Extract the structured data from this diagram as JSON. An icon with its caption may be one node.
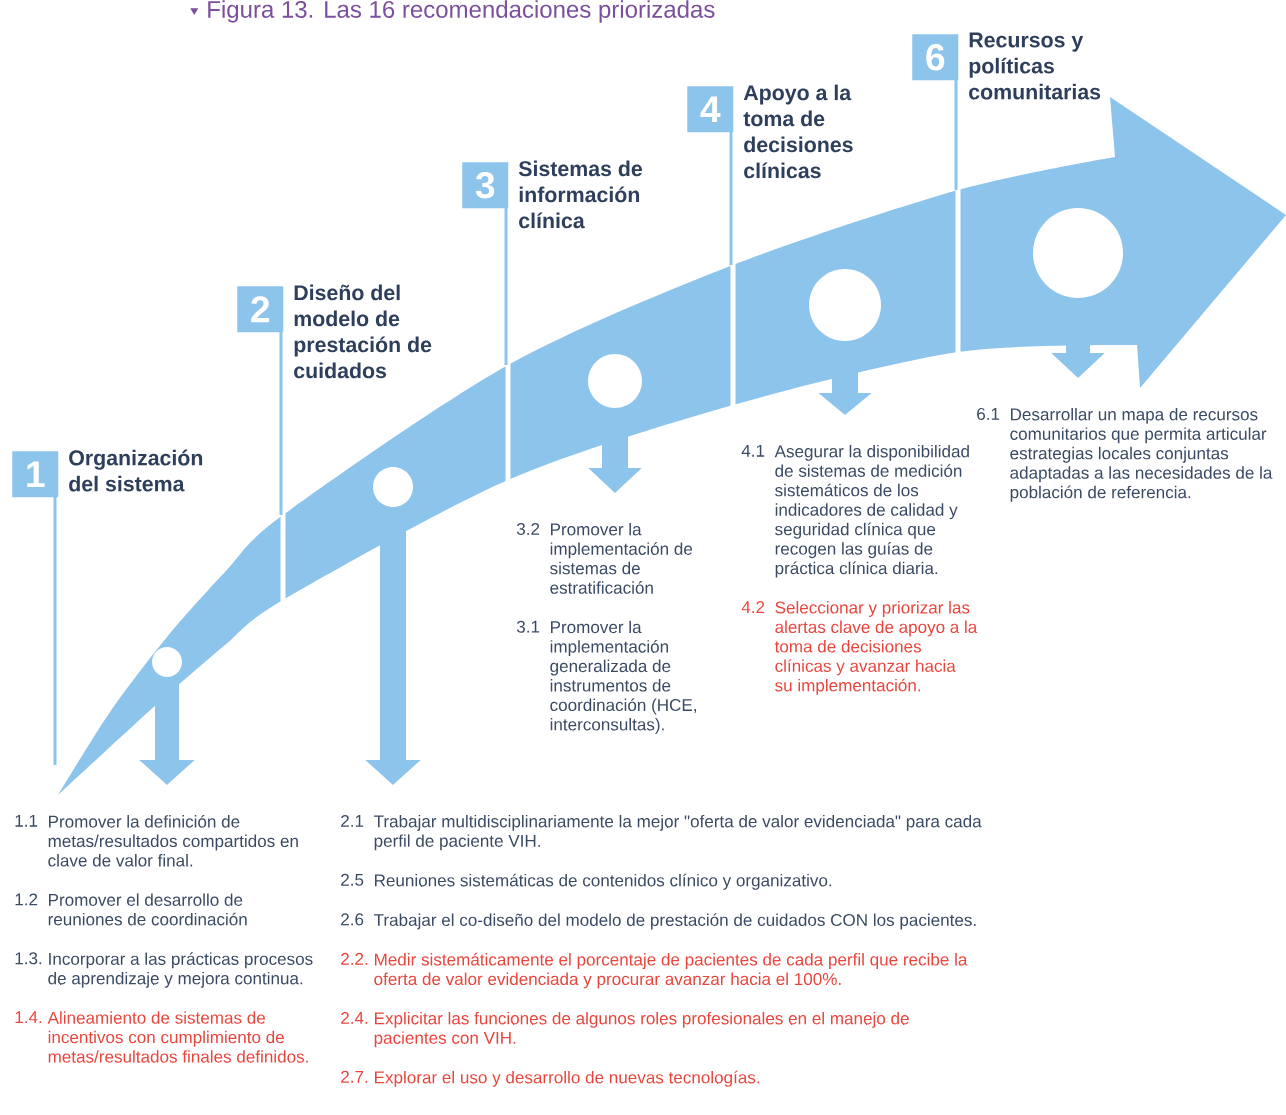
{
  "diagram": {
    "title": "Figura 13. Las 16 recomendaciones priorizadas",
    "nodes": [
      {
        "text": [
          "1",
          "Organización del sistema"
        ]
      },
      {
        "text": [
          "2",
          "Diseño del modelo de prestación de cuidados"
        ]
      },
      {
        "text": [
          "3",
          "Sistemas de información clínica"
        ]
      },
      {
        "text": [
          "4",
          "Apoyo a la toma de decisiones clínicas"
        ]
      },
      {
        "text": [
          "6",
          "Recursos y políticas comunitarias"
        ]
      },
      {
        "text": [],
        "shape": "circle"
      },
      {
        "text": [],
        "shape": "circle"
      },
      {
        "text": [],
        "shape": "circle"
      },
      {
        "text": [],
        "shape": "circle"
      },
      {
        "text": [],
        "shape": "circle"
      },
      {
        "text": [
          "1.1",
          "Promover la definición de metas/resultados compartidos en clave de valor final."
        ]
      },
      {
        "text": [
          "1.2",
          "Promover el desarrollo de reuniones de coordinación"
        ]
      },
      {
        "text": [
          "1.3.",
          "Incorporar a las prácticas procesos de aprendizaje y mejora continua."
        ]
      },
      {
        "text": [
          "1.4.",
          "Alineamiento de sistemas de incentivos con cumplimiento de metas/resultados finales definidos."
        ]
      },
      {
        "text": [
          "2.1",
          "Trabajar multidisciplinariamente la mejor \"oferta de valor evidenciada\" para cada perfil de paciente VIH."
        ]
      },
      {
        "text": [
          "2.5",
          "Reuniones sistemáticas de contenidos clínico y organizativo."
        ]
      },
      {
        "text": [
          "2.6",
          "Trabajar el co-diseño del modelo de prestación de cuidados CON los pacientes."
        ]
      },
      {
        "text": [
          "2.2.",
          "Medir sistemáticamente el porcentaje de pacientes de cada perfil que recibe la oferta de valor evidenciada y procurar avanzar hacia el 100%."
        ]
      },
      {
        "text": [
          "2.4.",
          "Explicitar las funciones de algunos roles profesionales en el manejo de pacientes con VIH."
        ]
      },
      {
        "text": [
          "2.7.",
          "Explorar el uso y desarrollo de nuevas tecnologías."
        ]
      },
      {
        "text": [
          "3.2",
          "Promover la implementación de sistemas de estratificación"
        ]
      },
      {
        "text": [
          "3.1",
          "Promover la implementación generalizada de instrumentos de coordinación (HCE, interconsultas)."
        ]
      },
      {
        "text": [
          "4.1",
          "Asegurar la disponibilidad de sistemas de medición sistemáticos de los indicadores de calidad y seguridad clínica que recogen las guías de práctica clínica diaria."
        ]
      },
      {
        "text": [
          "4.2",
          "Seleccionar y priorizar las alertas clave de apoyo a la toma de decisiones clínicas y avanzar hacia su implementación."
        ]
      },
      {
        "text": [
          "6.1",
          "Desarrollar un mapa de recursos comunitarios que permita articular estrategias locales conjuntas adaptadas a las necesidades de la población de referencia."
        ]
      }
    ],
    "edges": [
      {
        "from": 5,
        "to": 10,
        "arrow": "to"
      },
      {
        "from": 6,
        "to": 14,
        "arrow": "to"
      },
      {
        "from": 7,
        "to": 20,
        "arrow": "to"
      },
      {
        "from": 8,
        "to": 22,
        "arrow": "to"
      },
      {
        "from": 9,
        "to": 24,
        "arrow": "to"
      }
    ]
  }
}
